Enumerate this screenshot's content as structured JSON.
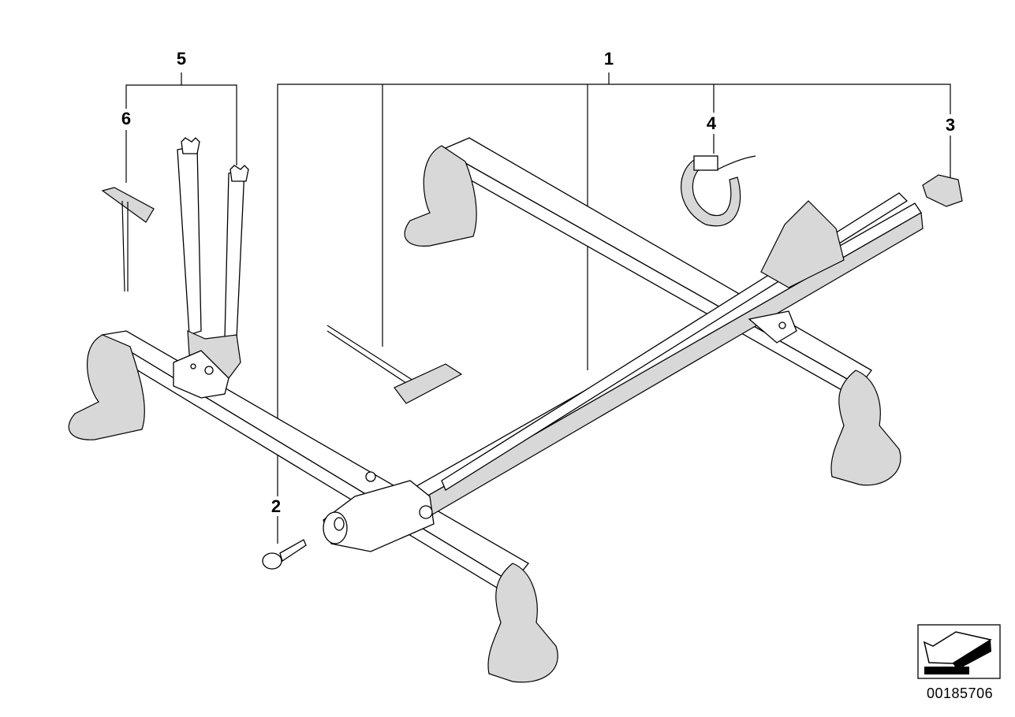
{
  "diagram": {
    "labels": [
      {
        "id": "1",
        "text": "1"
      },
      {
        "id": "2",
        "text": "2"
      },
      {
        "id": "3",
        "text": "3"
      },
      {
        "id": "4",
        "text": "4"
      },
      {
        "id": "5",
        "text": "5"
      },
      {
        "id": "6",
        "text": "6"
      }
    ],
    "reference_number": "00185706",
    "orientation_icon": "arrow-front-left-icon"
  }
}
